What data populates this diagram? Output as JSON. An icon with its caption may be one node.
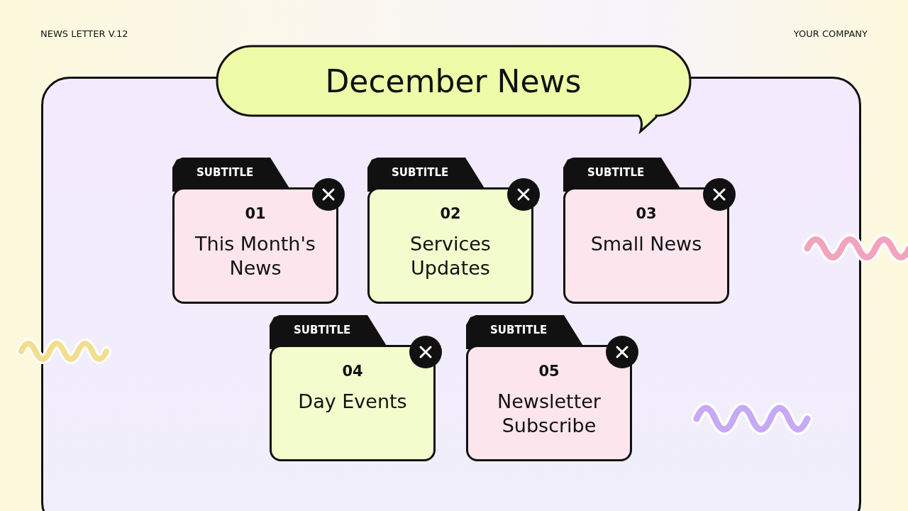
{
  "diagram": {
    "title": "December News",
    "nodes": [
      {
        "text": [
          "SUBTITLE",
          "01",
          "This Month's News"
        ]
      },
      {
        "text": [
          "SUBTITLE",
          "02",
          "Services Updates"
        ]
      },
      {
        "text": [
          "SUBTITLE",
          "03",
          "Small News"
        ]
      },
      {
        "text": [
          "SUBTITLE",
          "04",
          "Day Events"
        ]
      },
      {
        "text": [
          "SUBTITLE",
          "05",
          "Newsletter Subscribe"
        ]
      }
    ],
    "labels": [
      "NEWS LETTER V.12",
      "YOUR COMPANY"
    ]
  }
}
